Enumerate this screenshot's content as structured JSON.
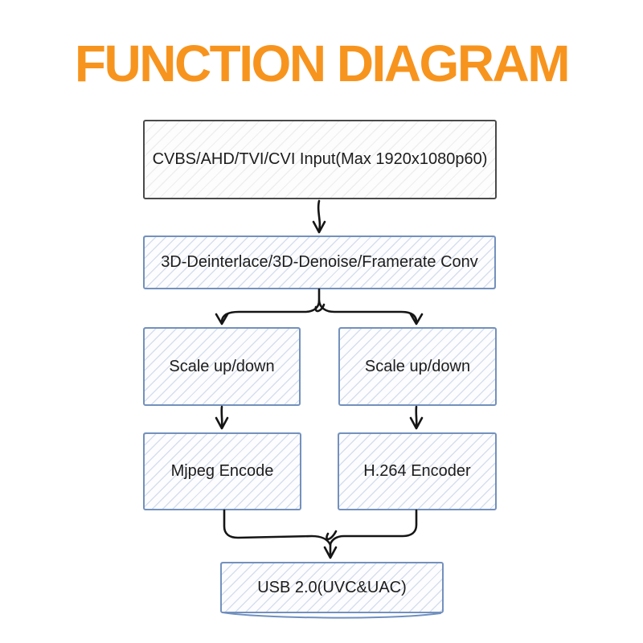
{
  "title": "FUNCTION DIAGRAM",
  "colors": {
    "title_orange": "#F7941E",
    "gray_box_border": "#4a4a4a",
    "blue_box_border": "#7391BD",
    "blue_hatch": "#c9d5e8",
    "arrow_black": "#151515",
    "text_black": "#1c1c1c",
    "background": "#ffffff"
  },
  "diagram": {
    "nodes": [
      {
        "id": "input",
        "label": "CVBS/AHD/TVI/CVI Input(Max 1920x1080p60)",
        "style": "gray"
      },
      {
        "id": "preprocess",
        "label": "3D-Deinterlace/3D-Denoise/Framerate Conv",
        "style": "blue"
      },
      {
        "id": "scale_left",
        "label": "Scale up/down",
        "style": "blue"
      },
      {
        "id": "scale_right",
        "label": "Scale up/down",
        "style": "blue"
      },
      {
        "id": "mjpeg",
        "label": "Mjpeg Encode",
        "style": "blue"
      },
      {
        "id": "h264",
        "label": "H.264 Encoder",
        "style": "blue"
      },
      {
        "id": "usb",
        "label": "USB 2.0(UVC&UAC)",
        "style": "blue"
      }
    ],
    "edges": [
      {
        "from": "input",
        "to": "preprocess"
      },
      {
        "from": "preprocess",
        "to": "scale_left"
      },
      {
        "from": "preprocess",
        "to": "scale_right"
      },
      {
        "from": "scale_left",
        "to": "mjpeg"
      },
      {
        "from": "scale_right",
        "to": "h264"
      },
      {
        "from": "mjpeg",
        "to": "usb"
      },
      {
        "from": "h264",
        "to": "usb"
      }
    ]
  }
}
